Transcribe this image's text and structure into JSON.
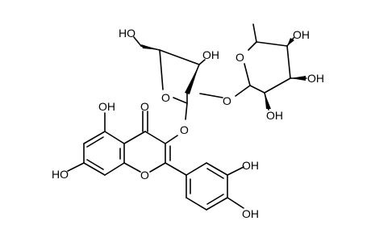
{
  "structure": {
    "labels": {
      "ho_furanose_ch2": "HO",
      "oh_furanose_c3": "OH",
      "o_furanose_ring": "O",
      "o_furanose_glycosidic": "O",
      "o_link_to_flavonol": "O",
      "o_pyranose_ring": "O",
      "oh_pyranose_c4": "OH",
      "oh_pyranose_c3": "OH",
      "oh_pyranose_c2": "OH",
      "oh_flavone_c5": "OH",
      "o_carbonyl": "O",
      "ho_flavone_c7": "HO",
      "o_flavone_ring": "O",
      "oh_catechol_3": "OH",
      "oh_catechol_4": "OH"
    }
  }
}
